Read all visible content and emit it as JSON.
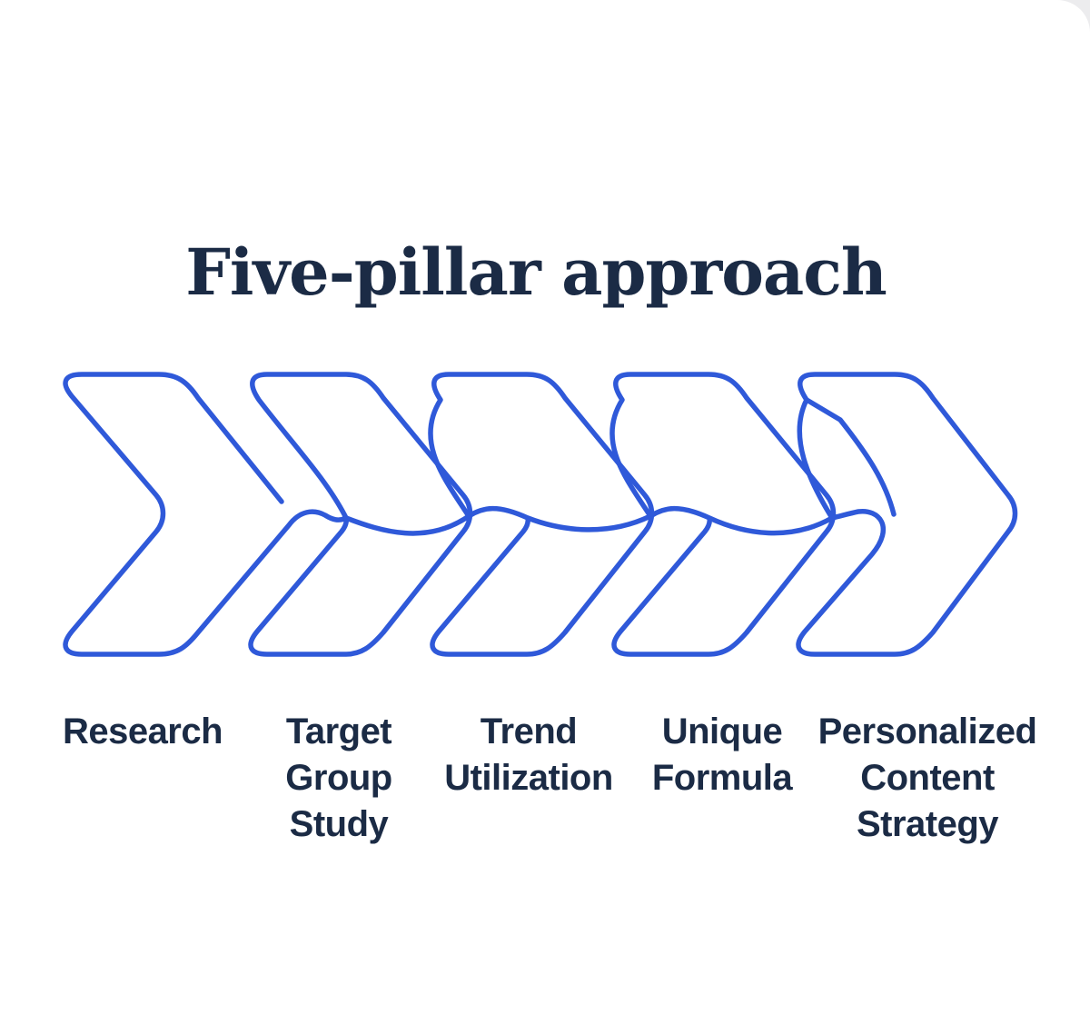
{
  "title": "Five-pillar approach",
  "colors": {
    "stroke": "#2f59d9",
    "text": "#1b2b45",
    "background": "#ffffff"
  },
  "pillars": [
    {
      "lines": [
        "Research"
      ]
    },
    {
      "lines": [
        "Target",
        "Group",
        "Study"
      ]
    },
    {
      "lines": [
        "Trend",
        "Utilization"
      ]
    },
    {
      "lines": [
        "Unique",
        "Formula"
      ]
    },
    {
      "lines": [
        "Personalized",
        "Content",
        "Strategy"
      ]
    }
  ]
}
